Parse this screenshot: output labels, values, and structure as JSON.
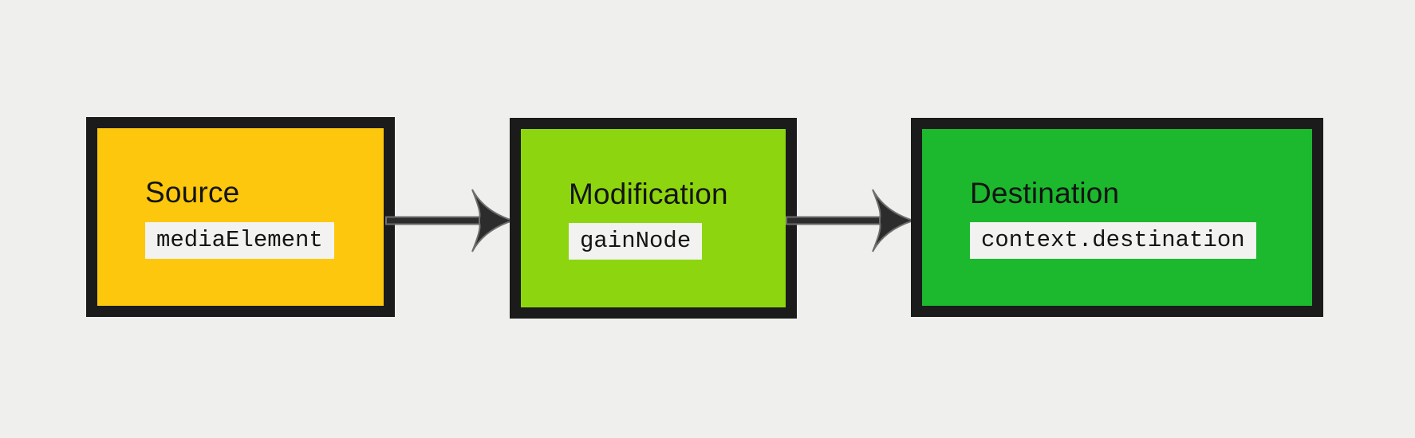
{
  "diagram": {
    "type": "flow",
    "nodes": [
      {
        "id": "source",
        "label": "Source",
        "code": "mediaElement",
        "fill": "#fcc70d"
      },
      {
        "id": "modification",
        "label": "Modification",
        "code": "gainNode",
        "fill": "#8dd60f"
      },
      {
        "id": "destination",
        "label": "Destination",
        "code": "context.destination",
        "fill": "#1cb82d"
      }
    ],
    "connectors": [
      {
        "from": "Source",
        "to": "Modification",
        "direction": "right"
      },
      {
        "from": "Modification",
        "to": "Destination",
        "direction": "right"
      }
    ],
    "colors": {
      "background": "#efefee",
      "box_border": "#1b1b1b",
      "label_text": "#141414",
      "code_text": "#141414",
      "code_background": "#f2f2f0",
      "arrow_fill": "#2c2c2c",
      "arrow_outline": "#6e6e6e"
    }
  }
}
